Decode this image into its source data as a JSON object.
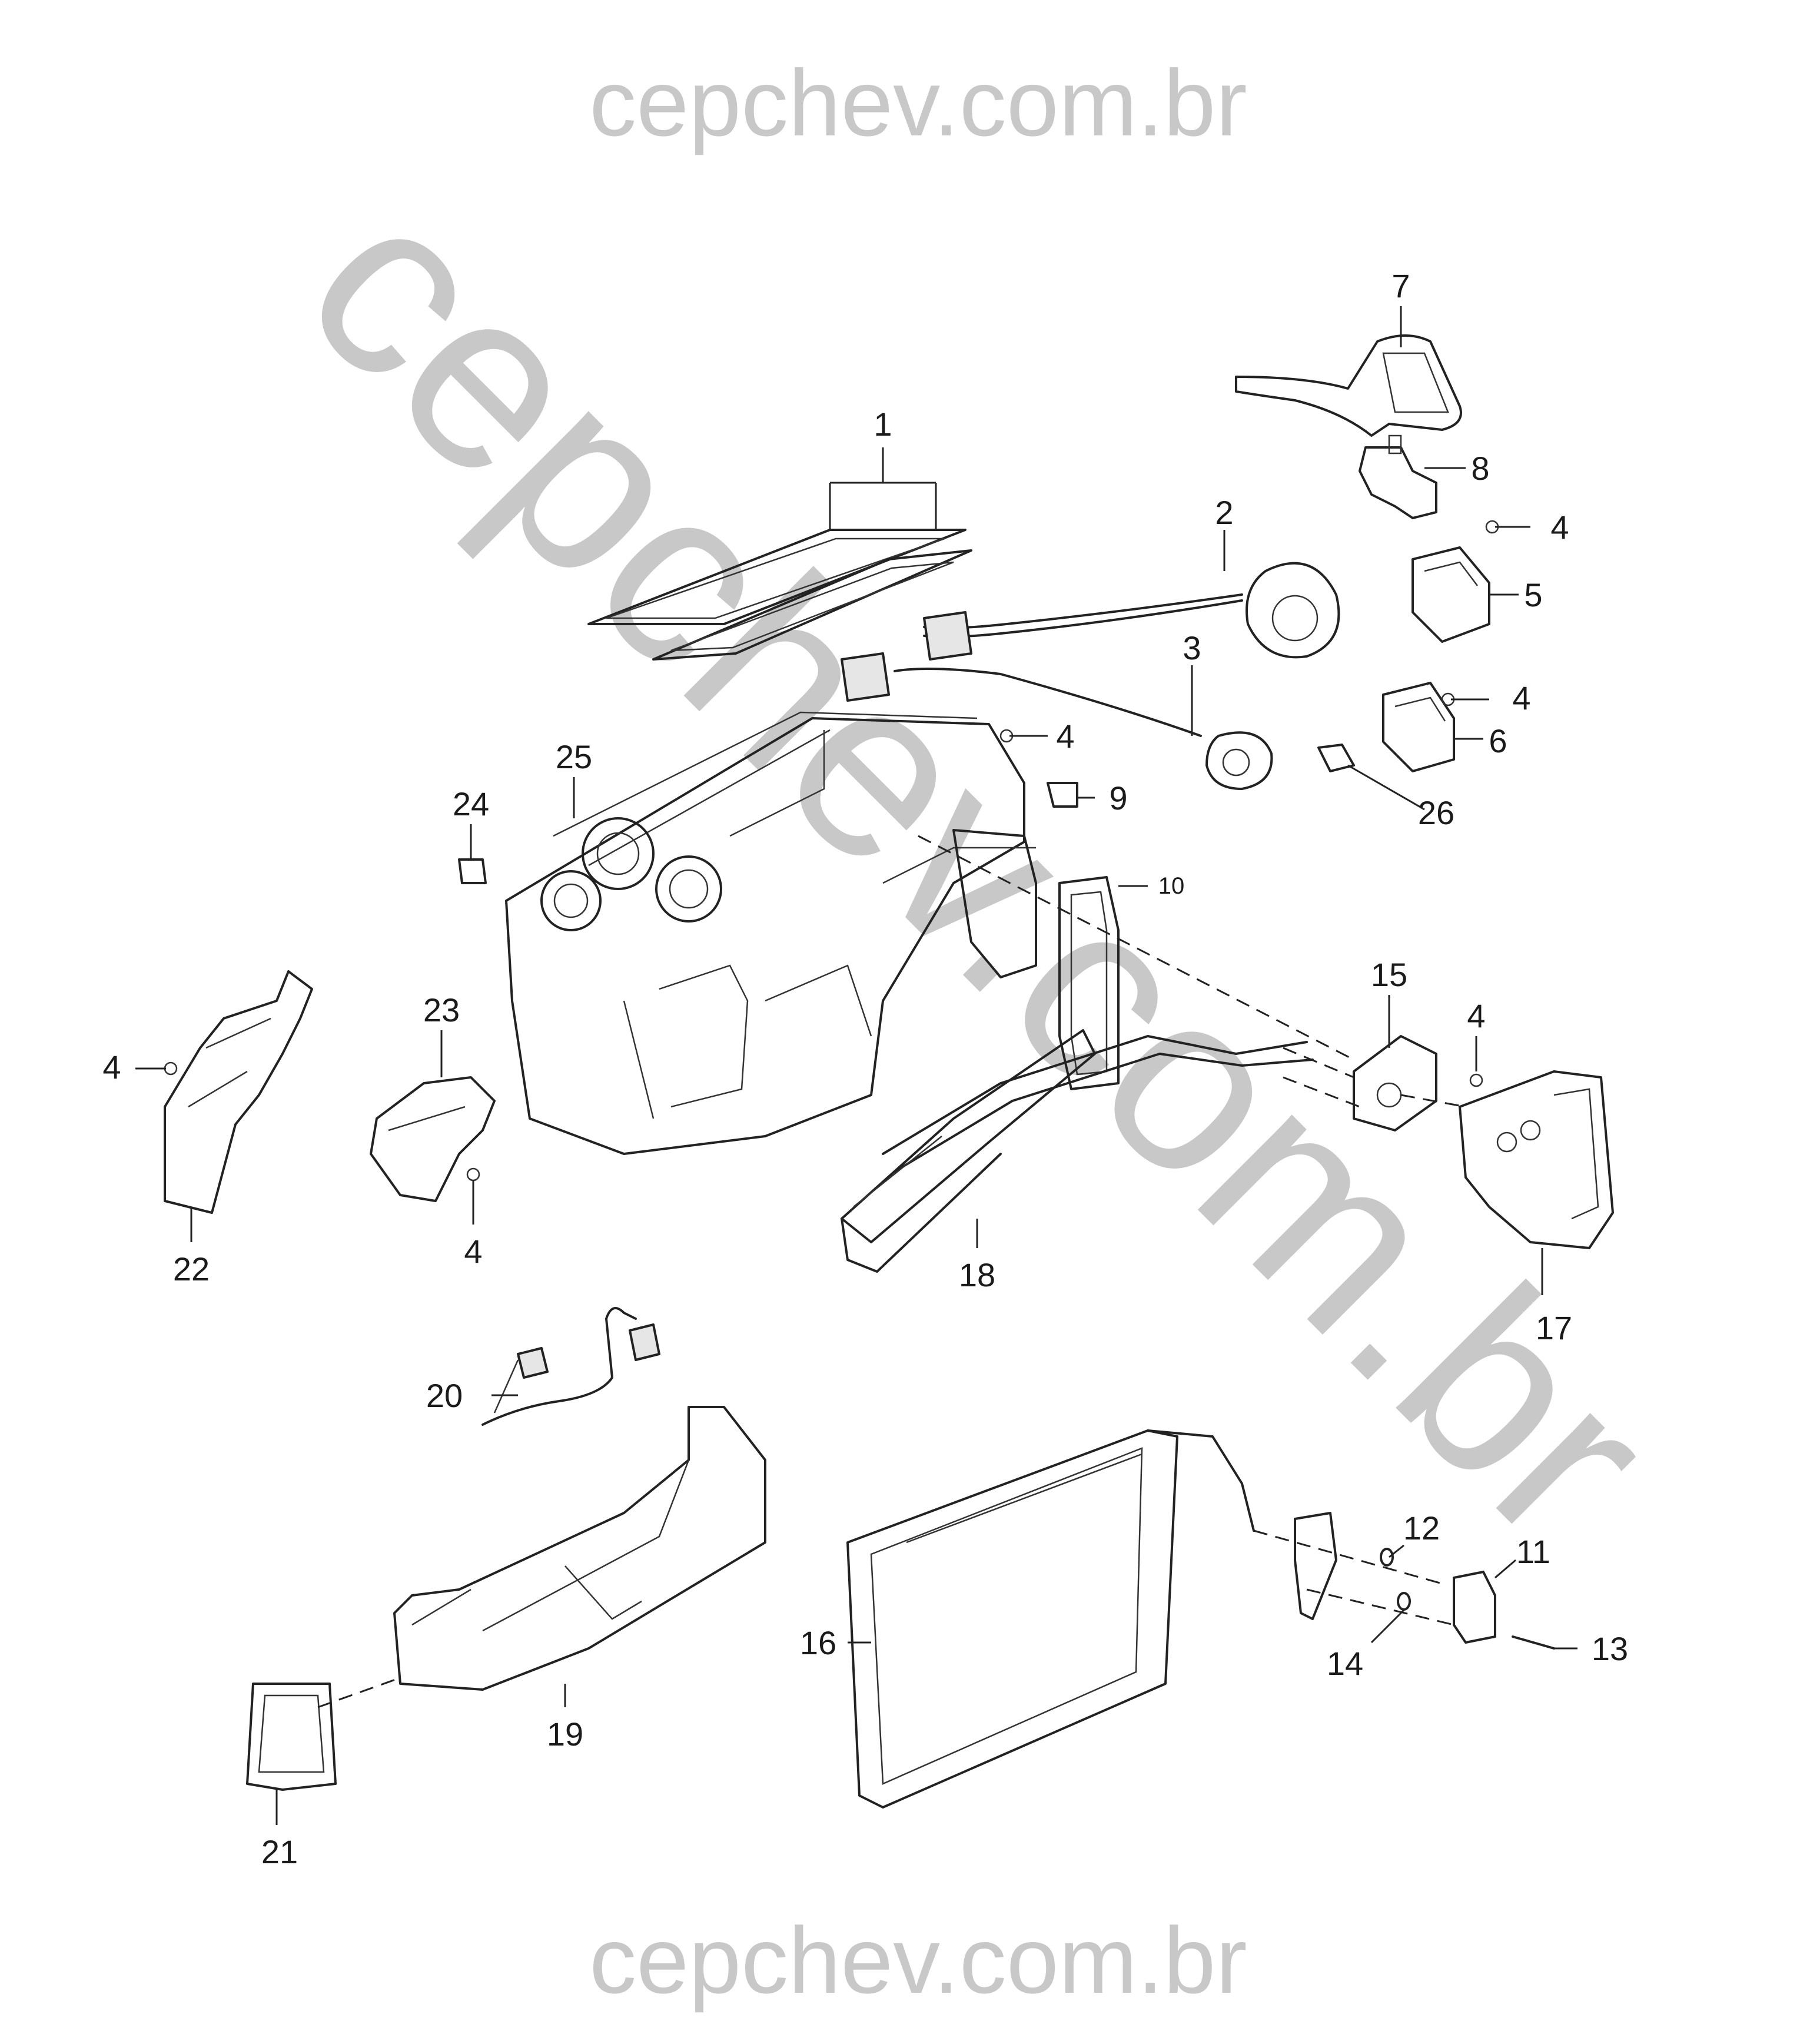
{
  "watermark": {
    "top": "cepchev.com.br",
    "diagonal": "cepchev.com.br",
    "bottom": "cepchev.com.br",
    "color": "#c8c8c8"
  },
  "callouts": {
    "c1": "1",
    "c2": "2",
    "c3": "3",
    "c4a": "4",
    "c4b": "4",
    "c4c": "4",
    "c4d": "4",
    "c4e": "4",
    "c4f": "4",
    "c5": "5",
    "c6": "6",
    "c7": "7",
    "c8": "8",
    "c9": "9",
    "c10": "10",
    "c11": "11",
    "c12": "12",
    "c13": "13",
    "c14": "14",
    "c15": "15",
    "c16": "16",
    "c17": "17",
    "c18": "18",
    "c19": "19",
    "c20": "20",
    "c21": "21",
    "c22": "22",
    "c23": "23",
    "c24": "24",
    "c25": "25",
    "c26": "26"
  }
}
